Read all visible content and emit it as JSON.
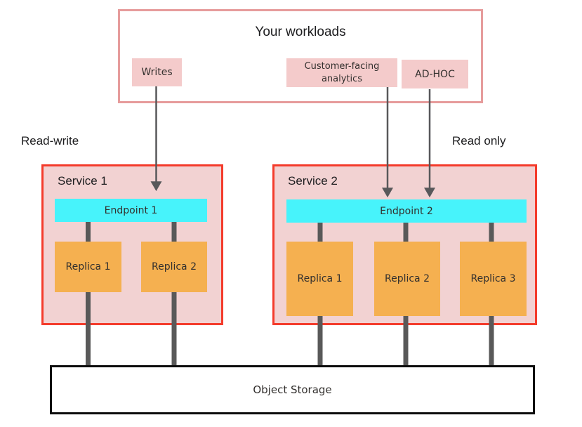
{
  "diagram": {
    "workloads": {
      "title": "Your workloads",
      "items": [
        {
          "label": "Writes"
        },
        {
          "label": "Customer-facing analytics"
        },
        {
          "label": "AD-HOC"
        }
      ]
    },
    "annotations": {
      "left": "Read-write",
      "right": "Read only"
    },
    "services": [
      {
        "title": "Service 1",
        "endpoint": "Endpoint 1",
        "replicas": [
          "Replica 1",
          "Replica 2"
        ]
      },
      {
        "title": "Service 2",
        "endpoint": "Endpoint 2",
        "replicas": [
          "Replica 1",
          "Replica 2",
          "Replica 3"
        ]
      }
    ],
    "storage": {
      "label": "Object Storage"
    },
    "colors": {
      "workload_border": "#e69c9c",
      "workload_item_bg": "#f4cbcb",
      "service_bg": "#f2d2d2",
      "service_border": "#f43b2b",
      "endpoint_bg": "#47f3fb",
      "replica_bg": "#f5b050",
      "connector": "#595959",
      "arrow": "#58585a",
      "storage_border": "#0c0c0c"
    }
  }
}
